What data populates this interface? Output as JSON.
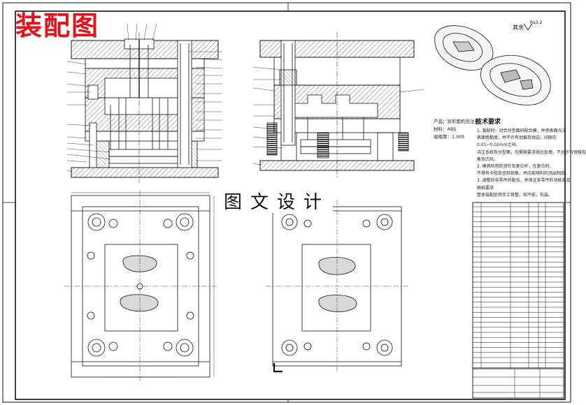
{
  "sheet": {
    "title": "装配图",
    "watermark": "图文设计"
  },
  "product": {
    "name_line": "产品：异形面机壳注塑",
    "material_line": "材料：ABS",
    "shrink_line": "收缩率：1.005"
  },
  "tech": {
    "title": "技术要求",
    "lines": [
      "1. 装配时，对合分型面研配合模，并使表面光洁",
      "表面粗糙度，并不许有划痕及锐边，间隙在",
      "0.01~0.02mm之间。",
      "浇注系统及分型面，均需按要求抛光处理，不允许有锐棱现",
      "象及凹坑。",
      "2. 模具所用的顶针及复位杆，在复位时，",
      "不得有卡阻及歪斜现象，并应能顺利的顶出制品。",
      "3. 调整后各零件的配合，并保证各零件的功能满足",
      "图纸要求",
      "整体装配后用手工修整，如不能，拆装。"
    ]
  },
  "roughness": {
    "label": "其余",
    "value": "Ra3.2"
  },
  "colors": {
    "title_red": "#e8101a",
    "line": "#111111"
  }
}
